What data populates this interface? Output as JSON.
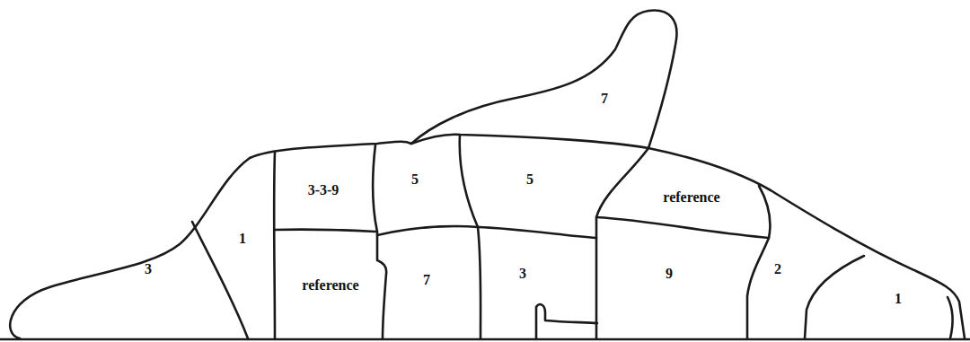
{
  "diagram": {
    "labels": [
      "7",
      "3-3-9",
      "5",
      "5",
      "reference",
      "1",
      "3",
      "reference",
      "7",
      "3",
      "9",
      "2",
      "1"
    ]
  }
}
